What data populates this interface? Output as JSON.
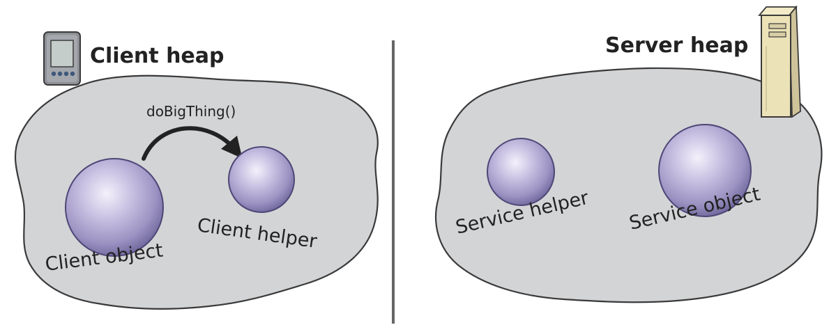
{
  "client": {
    "title": "Client heap",
    "call_label": "doBigThing()",
    "objects": [
      {
        "label": "Client object"
      },
      {
        "label": "Client helper"
      }
    ]
  },
  "server": {
    "title": "Server heap",
    "objects": [
      {
        "label": "Service helper"
      },
      {
        "label": "Service object"
      }
    ]
  },
  "icons": {
    "client_device": "handheld-device-icon",
    "server_device": "server-tower-icon"
  },
  "colors": {
    "heap_fill": "#d3d4d6",
    "heap_stroke": "#3a3a3a",
    "sphere_core": "#eeeaf8",
    "sphere_mid": "#a79fca",
    "sphere_edge": "#4e4677",
    "divider": "#666666",
    "arrow": "#222222",
    "server_body": "#ece2b8"
  }
}
